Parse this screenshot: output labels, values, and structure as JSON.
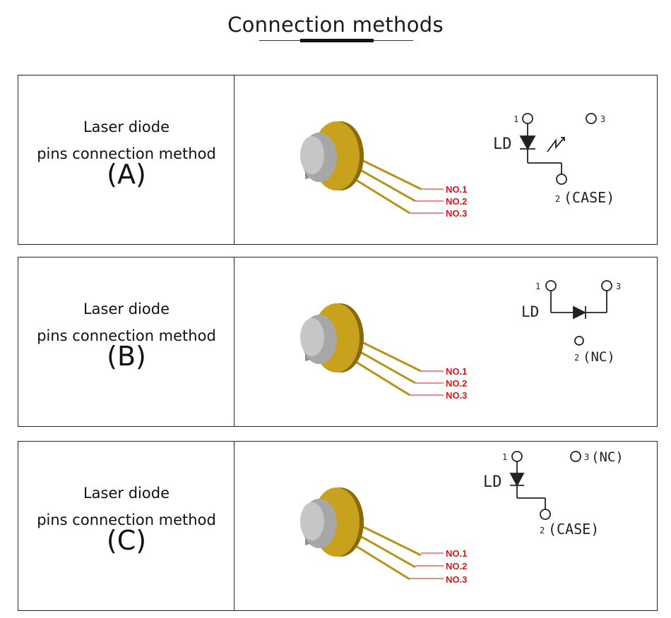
{
  "title": "Connection methods",
  "panels": [
    {
      "label_line1": "Laser diode",
      "label_line2": "pins connection method",
      "variant": "(A)",
      "pin_labels": [
        "NO.1",
        "NO.2",
        "NO.3"
      ],
      "schematic": {
        "pin1": "1",
        "pin2": "2",
        "pin3": "3",
        "device": "LD",
        "pin2_note": "(CASE)",
        "pin3_note": ""
      }
    },
    {
      "label_line1": "Laser diode",
      "label_line2": "pins connection method",
      "variant": "(B)",
      "pin_labels": [
        "NO.1",
        "NO.2",
        "NO.3"
      ],
      "schematic": {
        "pin1": "1",
        "pin2": "2",
        "pin3": "3",
        "device": "LD",
        "pin2_note": "(NC)",
        "pin3_note": ""
      }
    },
    {
      "label_line1": "Laser diode",
      "label_line2": "pins connection method",
      "variant": "(C)",
      "pin_labels": [
        "NO.1",
        "NO.2",
        "NO.3"
      ],
      "schematic": {
        "pin1": "1",
        "pin2": "2",
        "pin3": "3",
        "device": "LD",
        "pin2_note": "(CASE)",
        "pin3_note": "(NC)"
      }
    }
  ],
  "colors": {
    "gold": "#c9a21d",
    "gold_dark": "#8a6a08",
    "metal": "#9a9a9a",
    "pin_label_red": "#e0141b",
    "line": "#222222"
  }
}
